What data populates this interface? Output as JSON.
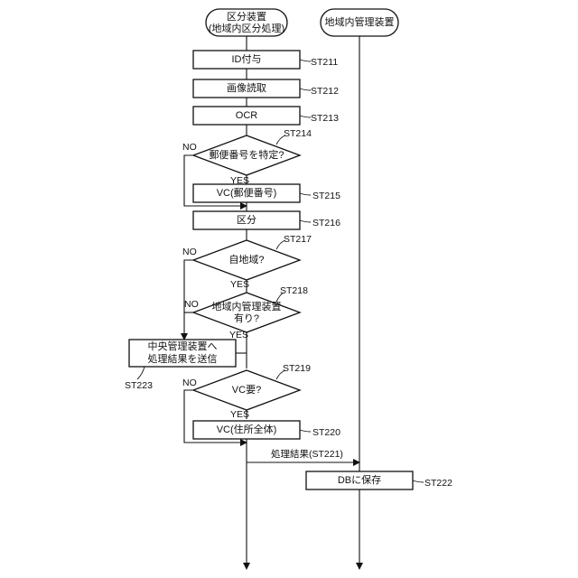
{
  "lanes": {
    "left_title_line1": "区分装置",
    "left_title_line2": "(地域内区分処理)",
    "right_title": "地域内管理装置"
  },
  "steps": {
    "id_assign": "ID付与",
    "image_read": "画像読取",
    "ocr": "OCR",
    "postcode_q": "郵便番号を特定?",
    "vc_postcode": "VC(郵便番号)",
    "sort": "区分",
    "own_region_q": "自地域?",
    "has_manager_q_line1": "地域内管理装置",
    "has_manager_q_line2": "有り?",
    "send_central_line1": "中央管理装置へ",
    "send_central_line2": "処理結果を送信",
    "vc_needed_q": "VC要?",
    "vc_address": "VC(住所全体)",
    "save_db": "DBに保存"
  },
  "message": {
    "result": "処理結果(ST221)"
  },
  "labels": {
    "st211": "ST211",
    "st212": "ST212",
    "st213": "ST213",
    "st214": "ST214",
    "st215": "ST215",
    "st216": "ST216",
    "st217": "ST217",
    "st218": "ST218",
    "st219": "ST219",
    "st220": "ST220",
    "st222": "ST222",
    "st223": "ST223"
  },
  "branch": {
    "no_1": "NO",
    "yes_1": "YES",
    "no_2": "NO",
    "yes_2": "YES",
    "no_3": "NO",
    "yes_3": "YES",
    "no_4": "NO",
    "yes_4": "YES"
  }
}
